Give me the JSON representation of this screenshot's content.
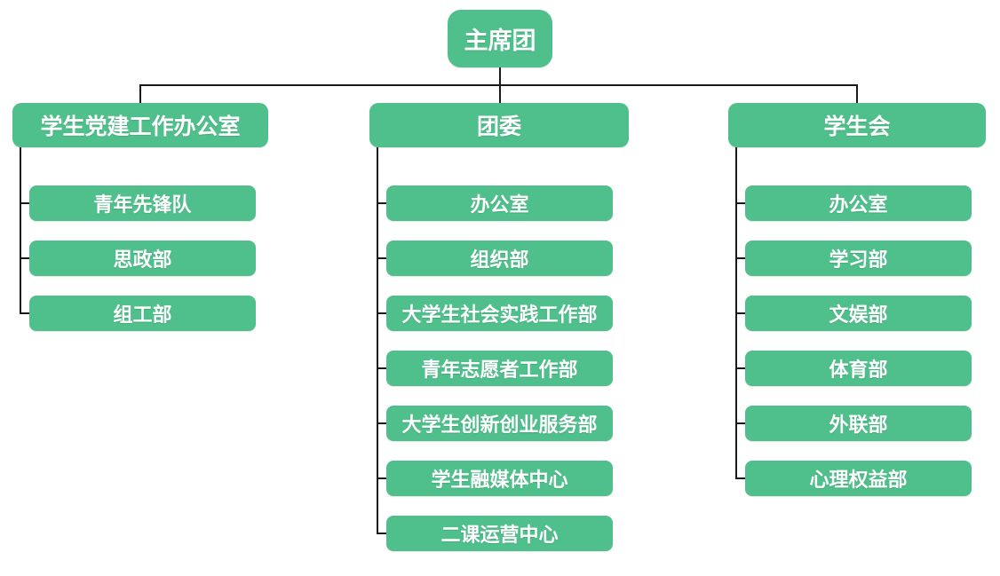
{
  "colors": {
    "node_green": "#4FC08C",
    "node_text": "#FFFFFF",
    "connector": "#1A1A1A",
    "background": "#FFFFFF"
  },
  "tree": {
    "root": "主席团",
    "branches": [
      {
        "label": "学生党建工作办公室",
        "children": [
          "青年先锋队",
          "思政部",
          "组工部"
        ]
      },
      {
        "label": "团委",
        "children": [
          "办公室",
          "组织部",
          "大学生社会实践工作部",
          "青年志愿者工作部",
          "大学生创新创业服务部",
          "学生融媒体中心",
          "二课运营中心"
        ]
      },
      {
        "label": "学生会",
        "children": [
          "办公室",
          "学习部",
          "文娱部",
          "体育部",
          "外联部",
          "心理权益部"
        ]
      }
    ]
  }
}
